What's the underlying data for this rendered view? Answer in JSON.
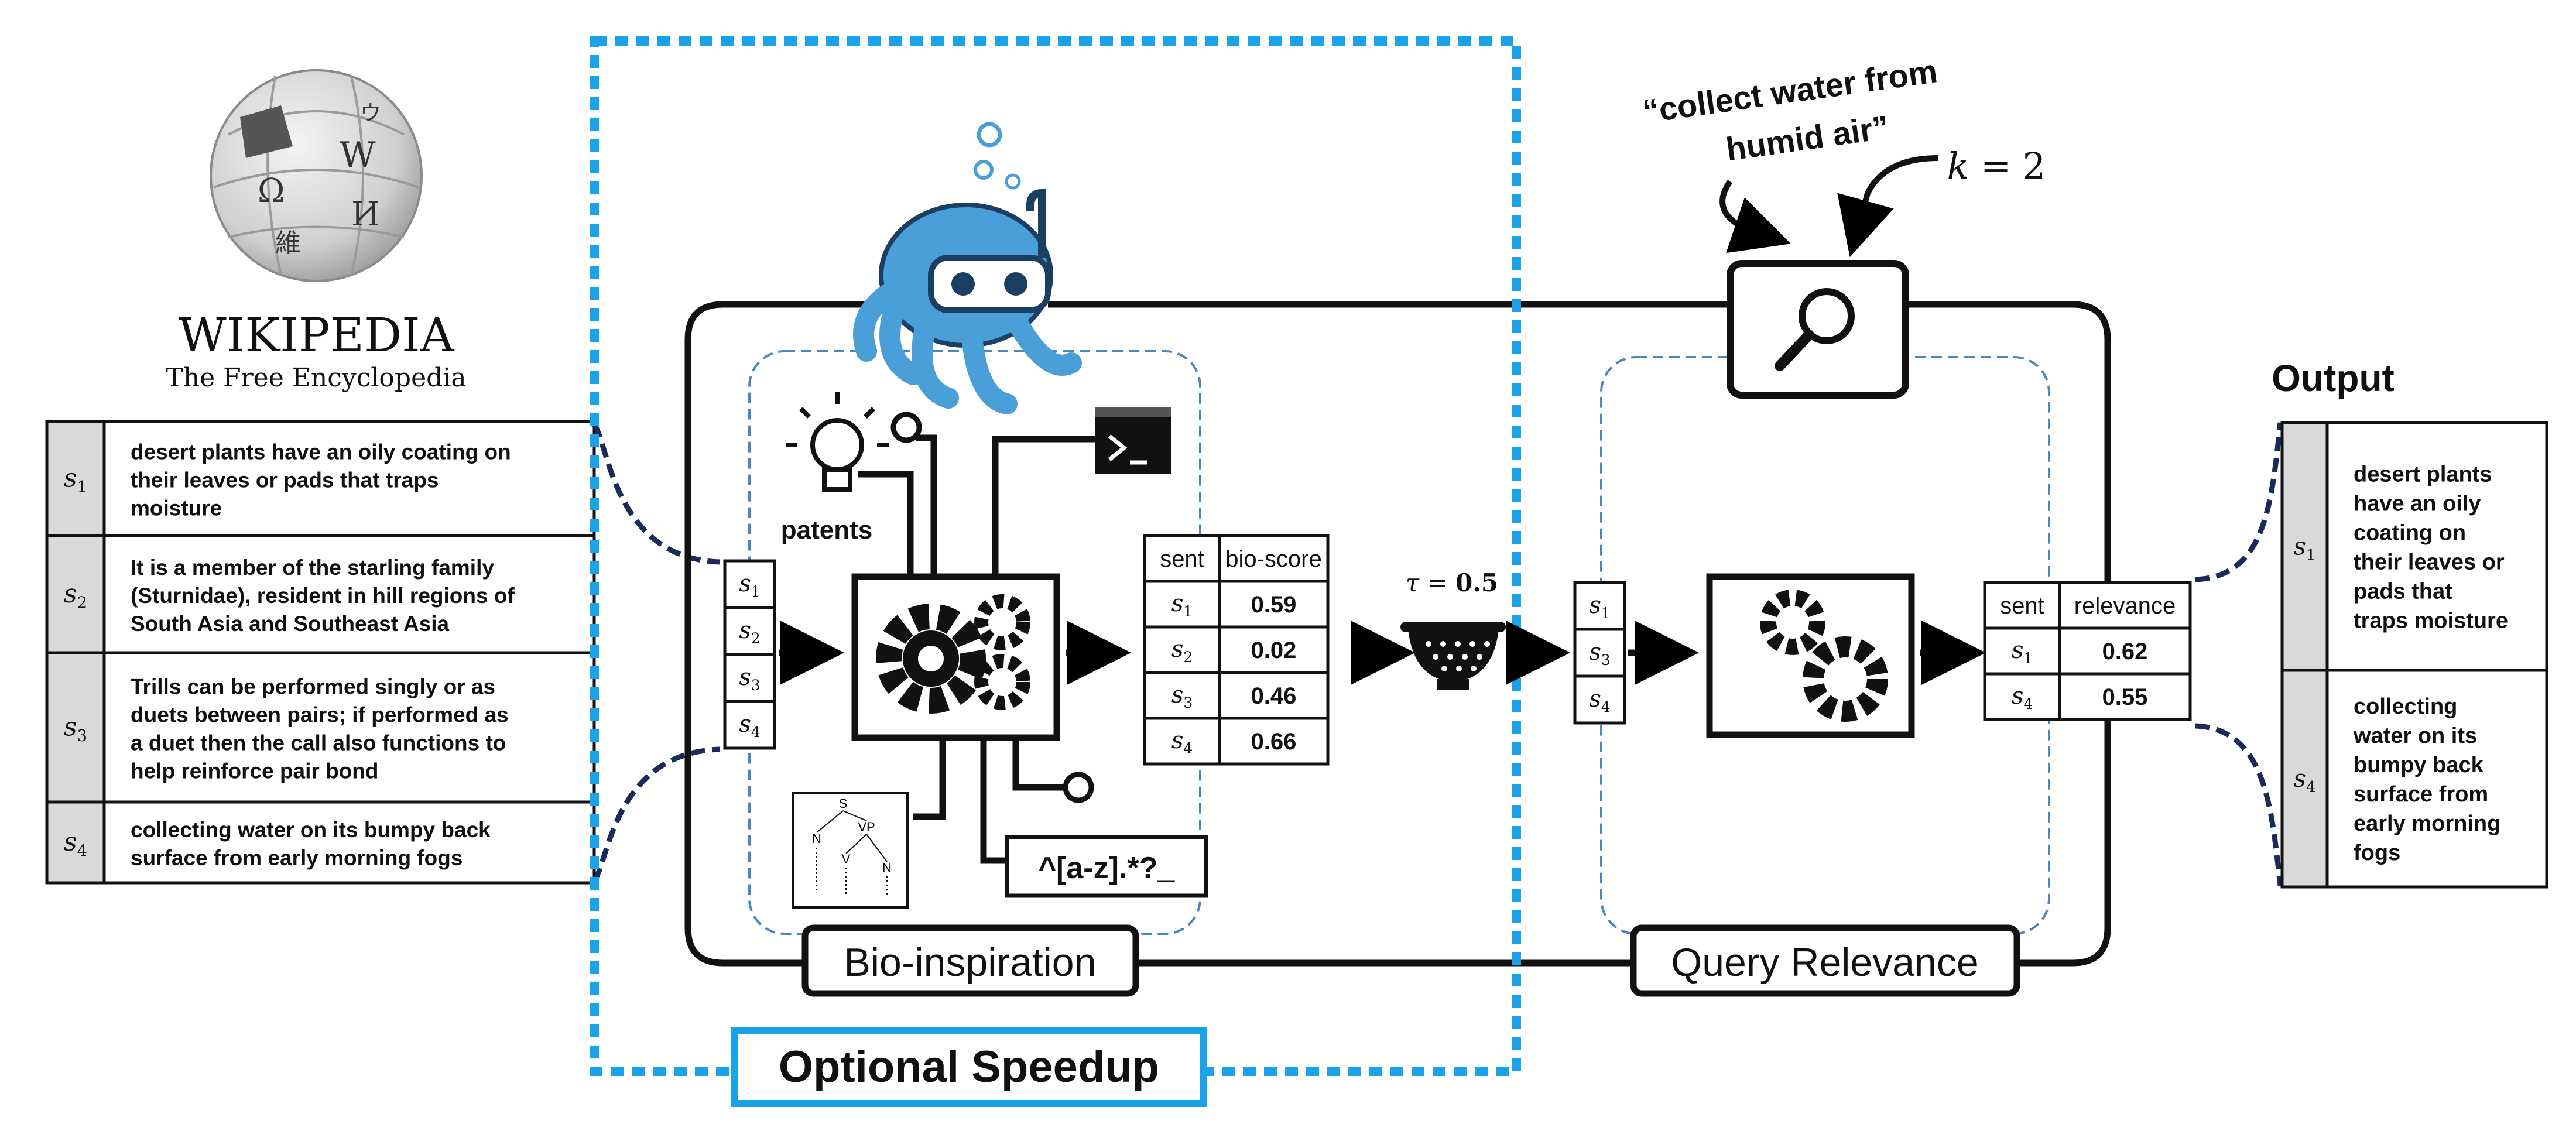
{
  "wikipedia": {
    "wordmark": "WIKIPEDIA",
    "tagline": "The Free Encyclopedia"
  },
  "input_sentences": [
    {
      "id": "s",
      "sub": "1",
      "lines": [
        "desert plants have an oily coating on",
        "their leaves or pads that traps",
        "moisture"
      ]
    },
    {
      "id": "s",
      "sub": "2",
      "lines": [
        "It is a member of the starling family",
        "(Sturnidae), resident in hill regions of",
        "South Asia and Southeast Asia"
      ]
    },
    {
      "id": "s",
      "sub": "3",
      "lines": [
        "Trills can be performed singly or as",
        "duets between pairs; if performed as",
        "a duet then the call also functions to",
        "help reinforce pair bond"
      ]
    },
    {
      "id": "s",
      "sub": "4",
      "lines": [
        "collecting water on its bumpy back",
        "surface from early morning fogs"
      ]
    }
  ],
  "bio_stage": {
    "label": "Bio-inspiration",
    "patents_label": "patents",
    "regex_label": "^[a-z].*?_",
    "input_ids": [
      {
        "id": "s",
        "sub": "1"
      },
      {
        "id": "s",
        "sub": "2"
      },
      {
        "id": "s",
        "sub": "3"
      },
      {
        "id": "s",
        "sub": "4"
      }
    ],
    "table": {
      "headers": [
        "sent",
        "bio-score"
      ],
      "rows": [
        {
          "id": "s",
          "sub": "1",
          "score": "0.59"
        },
        {
          "id": "s",
          "sub": "2",
          "score": "0.02"
        },
        {
          "id": "s",
          "sub": "3",
          "score": "0.46"
        },
        {
          "id": "s",
          "sub": "4",
          "score": "0.66"
        }
      ]
    },
    "tree": {
      "root": "S",
      "np": "N",
      "vp": "VP",
      "v": "V",
      "n": "N"
    }
  },
  "threshold": {
    "symbol": "τ",
    "eq": " = ",
    "value": "0.5"
  },
  "query_stage": {
    "label": "Query Relevance",
    "query_text_line1": "“collect water from",
    "query_text_line2": "humid air”",
    "k_symbol": "k",
    "k_eq": " = ",
    "k_value": "2",
    "input_ids": [
      {
        "id": "s",
        "sub": "1"
      },
      {
        "id": "s",
        "sub": "3"
      },
      {
        "id": "s",
        "sub": "4"
      }
    ],
    "table": {
      "headers": [
        "sent",
        "relevance"
      ],
      "rows": [
        {
          "id": "s",
          "sub": "1",
          "score": "0.62"
        },
        {
          "id": "s",
          "sub": "4",
          "score": "0.55"
        }
      ]
    }
  },
  "speedup_label": "Optional Speedup",
  "output": {
    "title": "Output",
    "rows": [
      {
        "id": "s",
        "sub": "1",
        "lines": [
          "desert plants",
          "have an oily",
          "coating on",
          "their leaves or",
          "pads that",
          "traps moisture"
        ]
      },
      {
        "id": "s",
        "sub": "4",
        "lines": [
          "collecting",
          "water on its",
          "bumpy back",
          "surface from",
          "early morning",
          "fogs"
        ]
      }
    ]
  },
  "wiki_glyphs": [
    "W",
    "Ω",
    "И",
    "維",
    "ウ"
  ],
  "colors": {
    "speedup": "#1aa3e8",
    "connector": "#1a2a5a",
    "inner_dash": "#4a86c0",
    "octopus": "#4a9fd8",
    "cell_fill": "#d9d9d9"
  }
}
